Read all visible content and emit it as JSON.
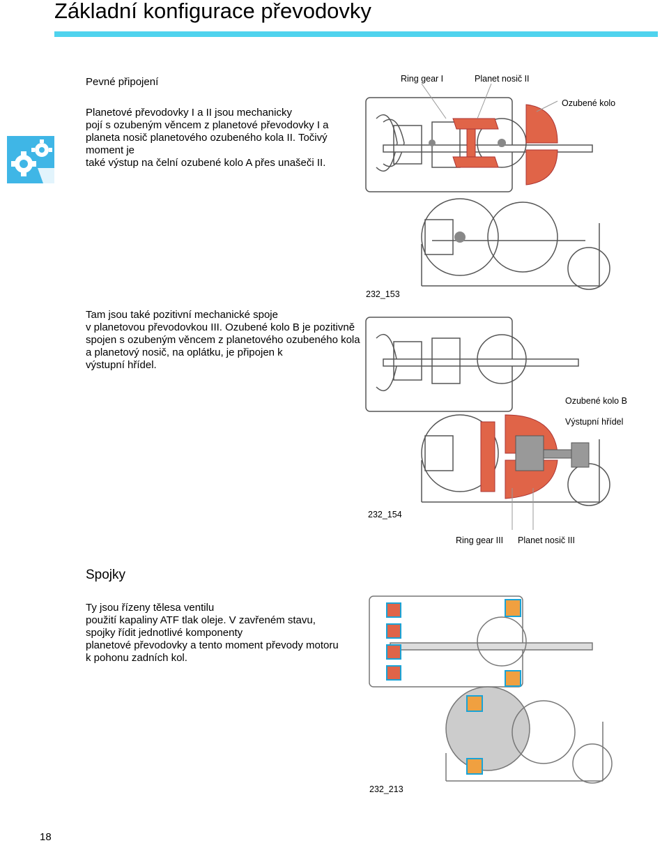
{
  "page": {
    "title": "Základní konfigurace převodovky",
    "page_number": "18",
    "accent_color": "#4fd3ee",
    "logo_icon": "gear-logo-icon"
  },
  "section1": {
    "heading": "Pevné připojení",
    "paragraph_lines": [
      "Planetové převodovky I a II jsou mechanicky",
      "pojí s ozubeným věncem z planetové převodovky I a",
      "planeta nosič planetového ozubeného kola II. Točivý",
      "moment je",
      "také výstup na čelní ozubené kolo A přes unašeči II."
    ],
    "figure": {
      "labels": [
        "Ring gear I",
        "Planet nosič II",
        "Ozubené kolo"
      ],
      "code": "232_153"
    }
  },
  "section2": {
    "paragraph_lines": [
      "Tam jsou také pozitivní mechanické spoje",
      "v planetovou převodovkou III. Ozubené kolo B je pozitivně",
      "spojen s ozubeným věncem z planetového ozubeného kola",
      "a planetový nosič, na oplátku, je připojen k",
      "výstupní hřídel."
    ],
    "figure": {
      "labels": [
        "Ozubené kolo B",
        "Výstupní hřídel",
        "Ring gear III",
        "Planet nosič III"
      ],
      "code": "232_154"
    }
  },
  "section3": {
    "heading": "Spojky",
    "paragraph_lines": [
      "Ty jsou řízeny tělesa ventilu",
      "použití kapaliny ATF tlak oleje. V zavřeném stavu,",
      "spojky řídit jednotlivé komponenty",
      "planetové převodovky a tento moment převody motoru",
      "k pohonu zadních kol."
    ],
    "figure": {
      "code": "232_213"
    }
  }
}
